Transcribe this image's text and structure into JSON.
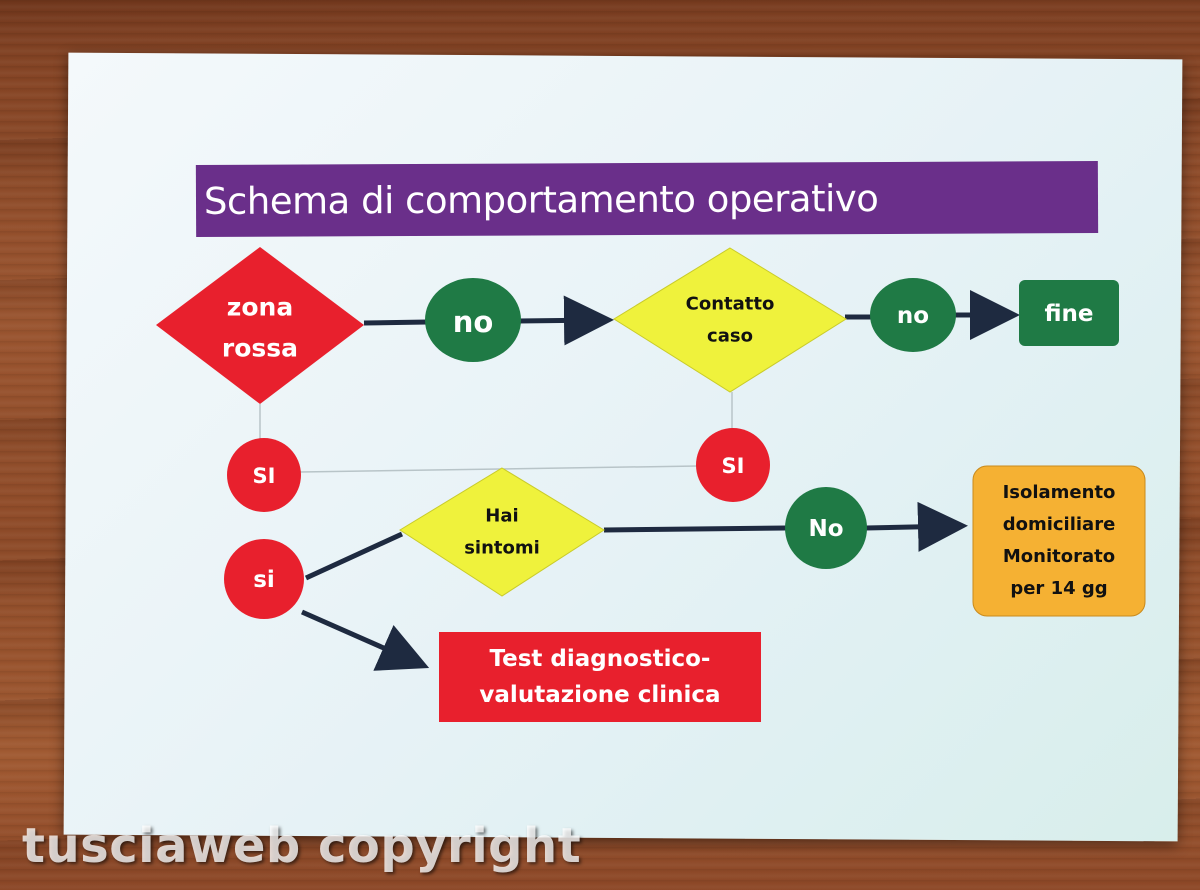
{
  "title": "Schema di comportamento operativo",
  "colors": {
    "red": "#e8202d",
    "green": "#1f7a45",
    "yellow": "#eff23c",
    "orange": "#f5b133",
    "purple": "#6a2f8a",
    "arrow": "#1e2a40"
  },
  "nodes": {
    "zona_rossa": "zona\nrossa",
    "no_1": "no",
    "contatto_caso": "Contatto\ncaso",
    "no_2": "no",
    "fine": "fine",
    "si_1": "SI",
    "si_2": "SI",
    "si_3": "si",
    "hai_sintomi": "Hai\nsintomi",
    "no_3": "No",
    "isolamento": "Isolamento\ndomiciliare\nMonitorato\nper 14 gg",
    "test": "Test diagnostico-\nvalutazione clinica"
  },
  "watermark": "tusciaweb copyright"
}
